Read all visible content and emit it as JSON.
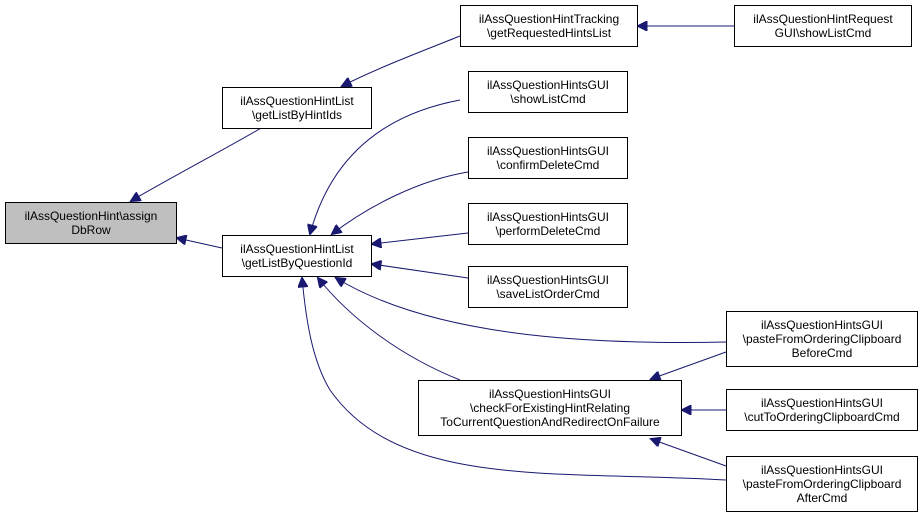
{
  "nodes": {
    "root": {
      "lines": [
        "ilAssQuestionHint\\assign",
        "DbRow"
      ]
    },
    "list_by_hint_ids": {
      "lines": [
        "ilAssQuestionHintList",
        "\\getListByHintIds"
      ]
    },
    "list_by_question_id": {
      "lines": [
        "ilAssQuestionHintList",
        "\\getListByQuestionId"
      ]
    },
    "tracking_requested": {
      "lines": [
        "ilAssQuestionHintTracking",
        "\\getRequestedHintsList"
      ]
    },
    "request_gui_show": {
      "lines": [
        "ilAssQuestionHintRequest",
        "GUI\\showListCmd"
      ]
    },
    "hints_show_list": {
      "lines": [
        "ilAssQuestionHintsGUI",
        "\\showListCmd"
      ]
    },
    "hints_confirm_delete": {
      "lines": [
        "ilAssQuestionHintsGUI",
        "\\confirmDeleteCmd"
      ]
    },
    "hints_perform_delete": {
      "lines": [
        "ilAssQuestionHintsGUI",
        "\\performDeleteCmd"
      ]
    },
    "hints_save_order": {
      "lines": [
        "ilAssQuestionHintsGUI",
        "\\saveListOrderCmd"
      ]
    },
    "hints_paste_before": {
      "lines": [
        "ilAssQuestionHintsGUI",
        "\\pasteFromOrderingClipboard",
        "BeforeCmd"
      ]
    },
    "hints_check_existing": {
      "lines": [
        "ilAssQuestionHintsGUI",
        "\\checkForExistingHintRelating",
        "ToCurrentQuestionAndRedirectOnFailure"
      ]
    },
    "hints_cut": {
      "lines": [
        "ilAssQuestionHintsGUI",
        "\\cutToOrderingClipboardCmd"
      ]
    },
    "hints_paste_after": {
      "lines": [
        "ilAssQuestionHintsGUI",
        "\\pasteFromOrderingClipboard",
        "AfterCmd"
      ]
    }
  },
  "colors": {
    "edge": "#191970",
    "root_fill": "#bfbfbf",
    "node_fill": "#ffffff",
    "border": "#000000"
  }
}
